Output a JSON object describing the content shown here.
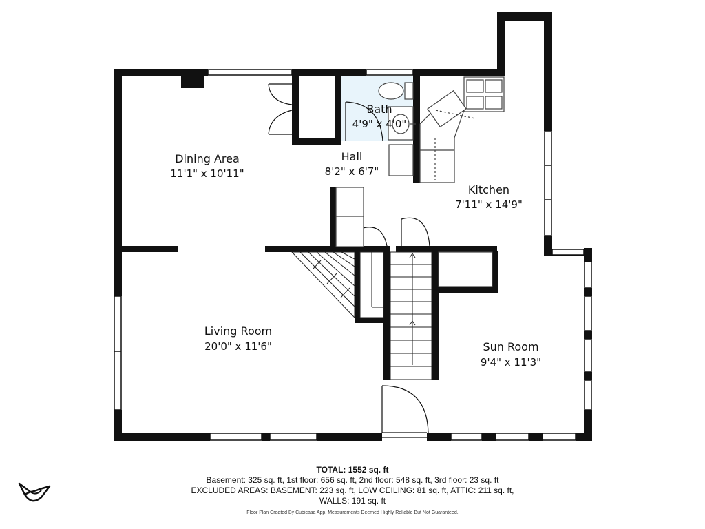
{
  "rooms": [
    {
      "name": "Dining Area",
      "dims": "11'1\" x 10'11\""
    },
    {
      "name": "Bath",
      "dims": "4'9\" x 4'0\""
    },
    {
      "name": "Hall",
      "dims": "8'2\" x 6'7\""
    },
    {
      "name": "Kitchen",
      "dims": "7'11\" x 14'9\""
    },
    {
      "name": "Living Room",
      "dims": "20'0\" x 11'6\""
    },
    {
      "name": "Sun Room",
      "dims": "9'4\" x 11'3\""
    }
  ],
  "footer": {
    "total": "TOTAL: 1552 sq. ft",
    "line1": "Basement: 325 sq. ft, 1st floor: 656 sq. ft, 2nd floor: 548 sq. ft, 3rd floor: 23 sq. ft",
    "line2": "EXCLUDED AREAS: BASEMENT: 223 sq. ft, LOW CEILING: 81 sq. ft, ATTIC: 211 sq. ft,",
    "line3": "WALLS: 191 sq. ft",
    "credit": "Floor Plan Created By Cubicasa App. Measurements Deemed Highly Reliable But Not Guaranteed."
  },
  "logo": {
    "icon": "cubicasa-bird-icon"
  },
  "colors": {
    "wall": "#111111",
    "fixture": "#555555",
    "bath_floor": "#e8f4fb"
  }
}
